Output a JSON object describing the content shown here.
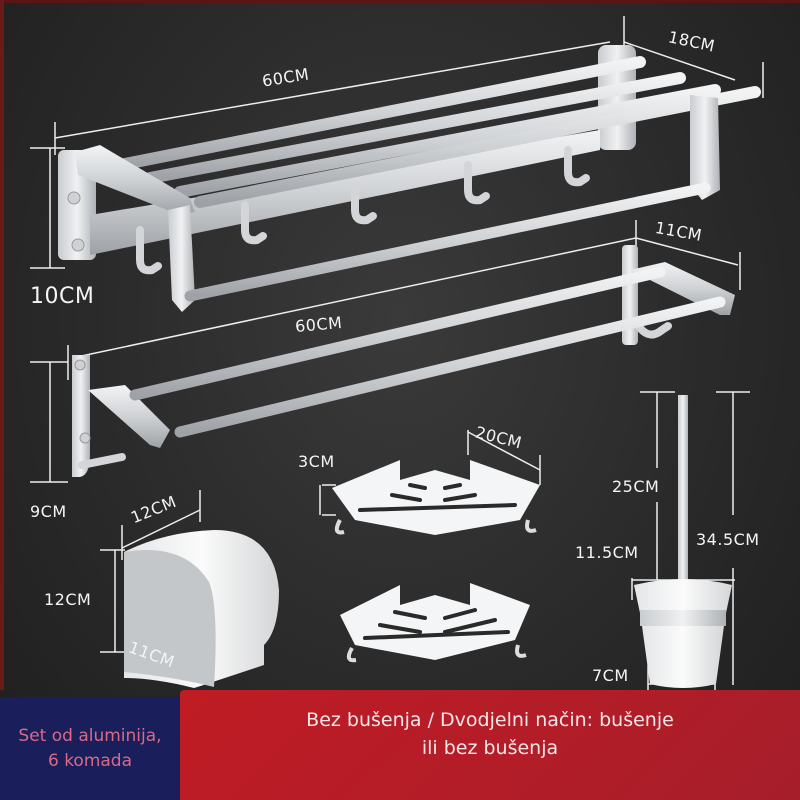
{
  "product": {
    "title": "Aluminum bathroom accessories set",
    "items": [
      {
        "name": "folding-towel-rack",
        "dimensions": {
          "length": "60CM",
          "depth": "18CM",
          "height": "10CM"
        }
      },
      {
        "name": "double-towel-bar",
        "dimensions": {
          "length": "60CM",
          "depth": "11CM",
          "height": "9CM"
        }
      },
      {
        "name": "paper-holder",
        "dimensions": {
          "width": "12CM",
          "height": "12CM",
          "depth": "11CM"
        }
      },
      {
        "name": "corner-shelf",
        "dimensions": {
          "height": "3CM",
          "side": "20CM"
        }
      },
      {
        "name": "corner-shelf-second"
      },
      {
        "name": "toilet-brush-holder",
        "dimensions": {
          "handle": "25CM",
          "total": "34.5CM",
          "cup_height": "11.5CM",
          "cup_width": "7CM"
        }
      }
    ]
  },
  "labels": {
    "rack_length": "60CM",
    "rack_depth": "18CM",
    "rack_height": "10CM",
    "bar_length": "60CM",
    "bar_depth": "11CM",
    "bar_height": "9CM",
    "holder_width": "12CM",
    "holder_height": "12CM",
    "holder_depth": "11CM",
    "shelf_height": "3CM",
    "shelf_side": "20CM",
    "brush_handle": "25CM",
    "brush_total": "34.5CM",
    "brush_cup": "11.5CM",
    "brush_base": "7CM"
  },
  "banners": {
    "left_line1": "Set od aluminija,",
    "left_line2": "6 komada",
    "right_line1": "Bez bušenja / Dvodjelni način: bušenje",
    "right_line2": "ili bez bušenja"
  },
  "colors": {
    "background": "#2b2b2b",
    "left_banner": "#1a1f5c",
    "left_banner_text": "#d86a86",
    "right_banner": "#b81d26",
    "right_banner_text": "#f6e6ea",
    "metal": "#d9dbdd"
  }
}
